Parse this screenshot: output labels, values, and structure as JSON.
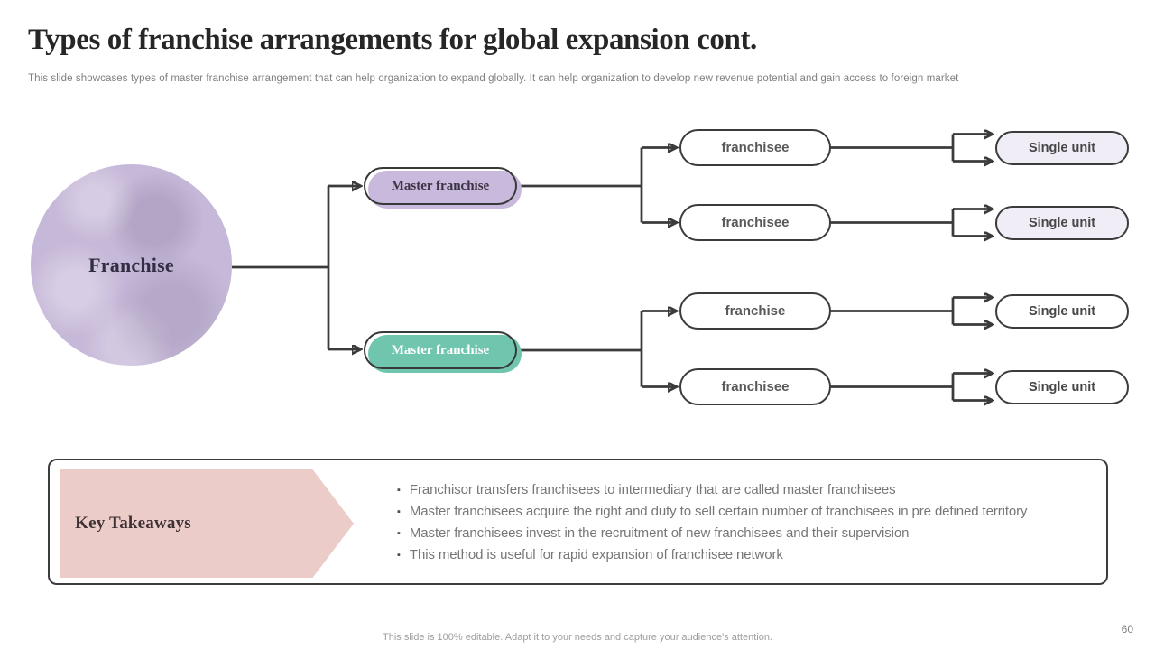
{
  "slide": {
    "title": "Types of franchise arrangements for global expansion cont.",
    "subtitle": "This slide showcases types of master franchise arrangement that can help organization to expand globally. It can help organization to develop new revenue potential and gain access to foreign market",
    "footer_note": "This slide is 100% editable. Adapt it to your needs and capture your audience's attention.",
    "page_number": "60"
  },
  "diagram": {
    "root": {
      "label": "Franchise"
    },
    "masters": [
      {
        "label": "Master franchise",
        "fill": "#c9b9dc"
      },
      {
        "label": "Master franchise",
        "fill": "#6fc5ae"
      }
    ],
    "franchisees": [
      {
        "label": "franchisee"
      },
      {
        "label": "franchisee"
      },
      {
        "label": "franchise"
      },
      {
        "label": "franchisee"
      }
    ],
    "units": [
      {
        "label": "Single unit",
        "fill": "#f0edf6"
      },
      {
        "label": "Single unit",
        "fill": "#f0edf6"
      },
      {
        "label": "Single unit",
        "fill": "#ffffff"
      },
      {
        "label": "Single unit",
        "fill": "#ffffff"
      }
    ]
  },
  "takeaways": {
    "heading": "Key Takeaways",
    "bullets": [
      "Franchisor transfers franchisees to intermediary that are called master franchisees",
      "Master franchisees acquire the right and duty to sell certain number of franchisees in pre defined territory",
      "Master franchisees invest in the recruitment of new franchisees and their supervision",
      "This method is useful for rapid expansion of franchisee network"
    ]
  },
  "colors": {
    "connector": "#3b3b3b",
    "accent_purple": "#c9b9dc",
    "accent_teal": "#6fc5ae",
    "accent_lavender_light": "#f0edf6",
    "accent_pink": "#ecccc8",
    "circle_fill": "#c6b8d8"
  }
}
